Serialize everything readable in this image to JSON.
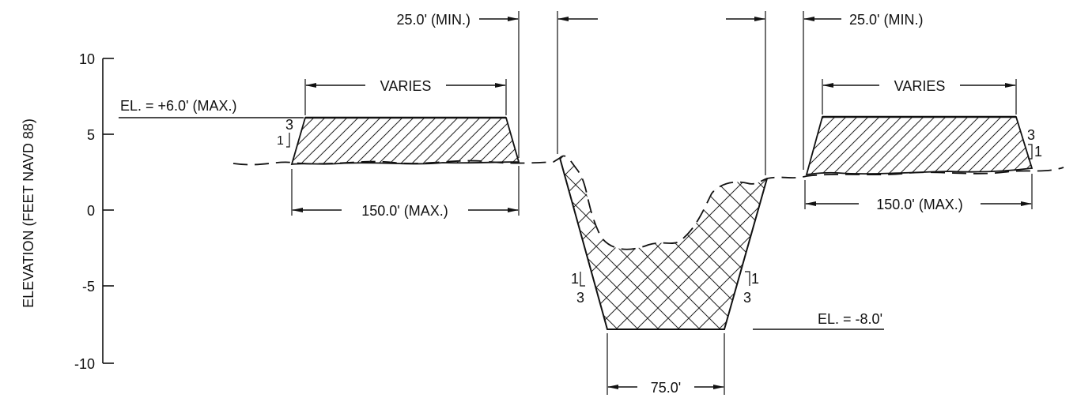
{
  "axis": {
    "title": "ELEVATION (FEET NAVD 88)",
    "ticks": [
      "10",
      "5",
      "0",
      "-5",
      "-10"
    ]
  },
  "labels": {
    "el_max": "EL. = +6.0' (MAX.)",
    "el_min": "EL. = -8.0'",
    "varies_left": "VARIES",
    "varies_right": "VARIES",
    "width_left": "150.0' (MAX.)",
    "width_right": "150.0' (MAX.)",
    "buffer_left": "25.0' (MIN.)",
    "buffer_right": "25.0' (MIN.)",
    "channel_bottom": "75.0'"
  },
  "slopes": {
    "left_berm_h": "3",
    "left_berm_v": "1",
    "right_berm_h": "3",
    "right_berm_v": "1",
    "channel_left_v": "1",
    "channel_left_h": "3",
    "channel_right_v": "1",
    "channel_right_h": "3"
  }
}
